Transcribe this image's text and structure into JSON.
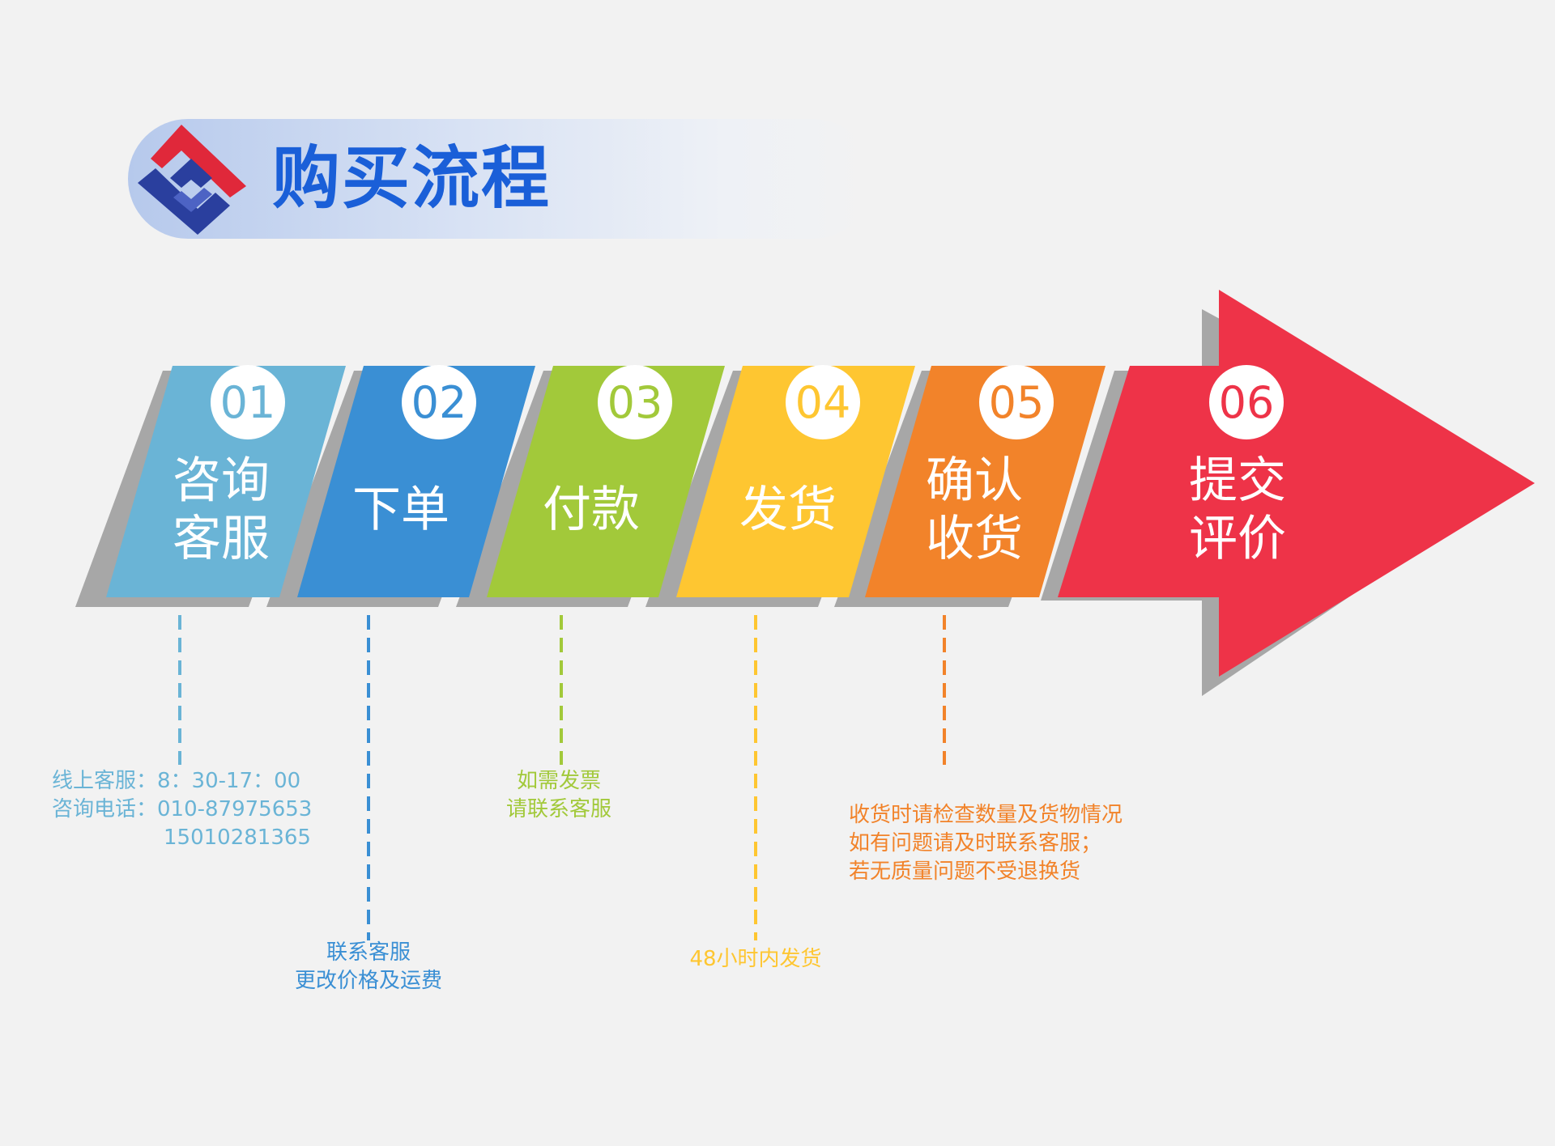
{
  "title": "购买流程",
  "steps": [
    {
      "num": "01",
      "label": [
        "咨询",
        "客服"
      ],
      "color": "#6ab4d6"
    },
    {
      "num": "02",
      "label": [
        "下单"
      ],
      "color": "#3a8fd4"
    },
    {
      "num": "03",
      "label": [
        "付款"
      ],
      "color": "#a2c93a"
    },
    {
      "num": "04",
      "label": [
        "发货"
      ],
      "color": "#fec631"
    },
    {
      "num": "05",
      "label": [
        "确认",
        "收货"
      ],
      "color": "#f2832a"
    },
    {
      "num": "06",
      "label": [
        "提交",
        "评价"
      ],
      "color": "#ee3348"
    }
  ],
  "notes": {
    "step1": [
      "线上客服：8：30-17：00",
      "咨询电话：010-87975653",
      "15010281365"
    ],
    "step2": [
      "联系客服",
      "更改价格及运费"
    ],
    "step3": [
      "如需发票",
      "请联系客服"
    ],
    "step4": [
      "48小时内发货"
    ],
    "step5": [
      "收货时请检查数量及货物情况",
      "如有问题请及时联系客服；",
      "若无质量问题不受退换货"
    ]
  }
}
